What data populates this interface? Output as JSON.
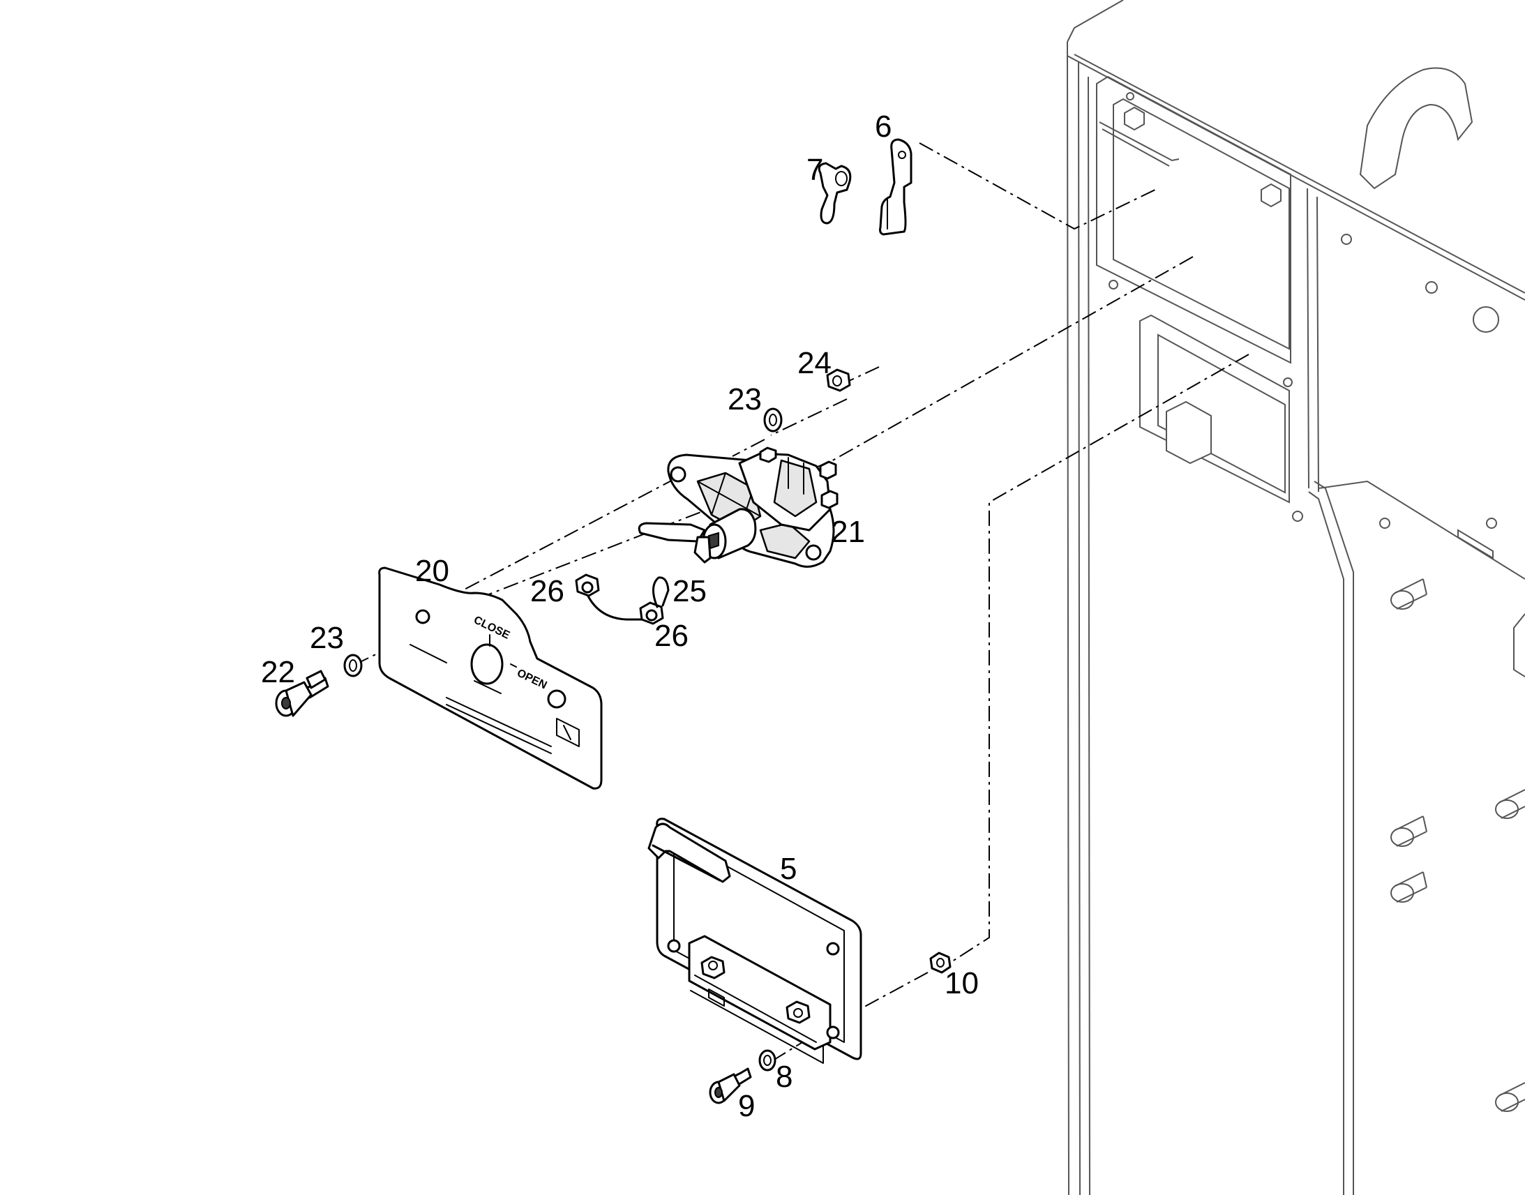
{
  "callouts": [
    {
      "id": "6",
      "label": "6"
    },
    {
      "id": "7",
      "label": "7"
    },
    {
      "id": "24",
      "label": "24"
    },
    {
      "id": "23a",
      "label": "23"
    },
    {
      "id": "21",
      "label": "21"
    },
    {
      "id": "20",
      "label": "20"
    },
    {
      "id": "26a",
      "label": "26"
    },
    {
      "id": "25",
      "label": "25"
    },
    {
      "id": "26b",
      "label": "26"
    },
    {
      "id": "23b",
      "label": "23"
    },
    {
      "id": "22",
      "label": "22"
    },
    {
      "id": "5",
      "label": "5"
    },
    {
      "id": "10",
      "label": "10"
    },
    {
      "id": "8",
      "label": "8"
    },
    {
      "id": "9",
      "label": "9"
    }
  ],
  "plate": {
    "close": "CLOSE",
    "open": "OPEN"
  }
}
